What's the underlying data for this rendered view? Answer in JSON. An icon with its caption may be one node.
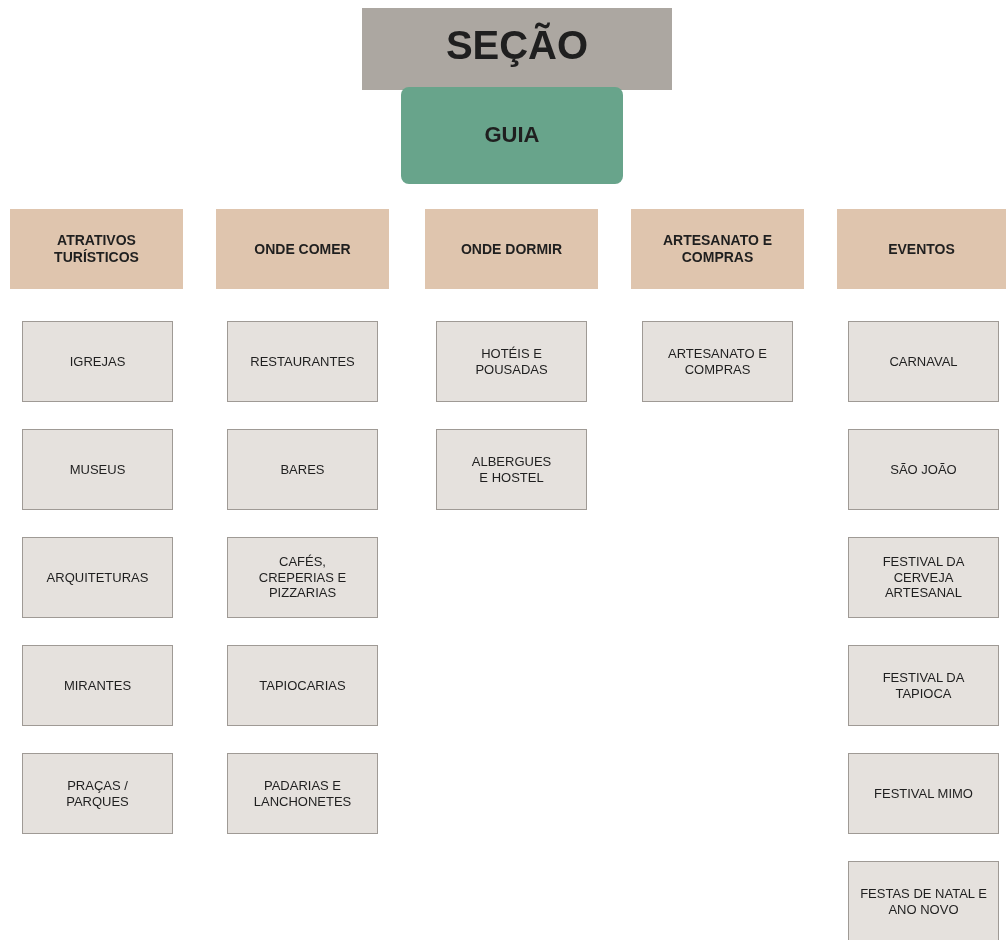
{
  "diagram": {
    "nodes": [
      {
        "text": [
          "SEÇÃO"
        ]
      },
      {
        "text": [
          "GUIA"
        ]
      },
      {
        "text": [
          "ATRATIVOS TURÍSTICOS"
        ]
      },
      {
        "text": [
          "ONDE COMER"
        ]
      },
      {
        "text": [
          "ONDE DORMIR"
        ]
      },
      {
        "text": [
          "ARTESANATO E COMPRAS"
        ]
      },
      {
        "text": [
          "EVENTOS"
        ]
      },
      {
        "text": [
          "IGREJAS"
        ]
      },
      {
        "text": [
          "MUSEUS"
        ]
      },
      {
        "text": [
          "ARQUITETURAS"
        ]
      },
      {
        "text": [
          "MIRANTES"
        ]
      },
      {
        "text": [
          "PRAÇAS / PARQUES"
        ]
      },
      {
        "text": [
          "RESTAURANTES"
        ]
      },
      {
        "text": [
          "BARES"
        ]
      },
      {
        "text": [
          "CAFÉS, CREPERIAS E PIZZARIAS"
        ]
      },
      {
        "text": [
          "TAPIOCARIAS"
        ]
      },
      {
        "text": [
          "PADARIAS E LANCHONETES"
        ]
      },
      {
        "text": [
          "HOTÉIS E POUSADAS"
        ]
      },
      {
        "text": [
          "ALBERGUES E HOSTEL"
        ]
      },
      {
        "text": [
          "ARTESANATO E COMPRAS"
        ]
      },
      {
        "text": [
          "CARNAVAL"
        ]
      },
      {
        "text": [
          "SÃO JOÃO"
        ]
      },
      {
        "text": [
          "FESTIVAL DA CERVEJA ARTESANAL"
        ]
      },
      {
        "text": [
          "FESTIVAL DA TAPIOCA"
        ]
      },
      {
        "text": [
          "FESTIVAL MIMO"
        ]
      },
      {
        "text": [
          "FESTAS DE NATAL E ANO NOVO"
        ]
      }
    ]
  }
}
